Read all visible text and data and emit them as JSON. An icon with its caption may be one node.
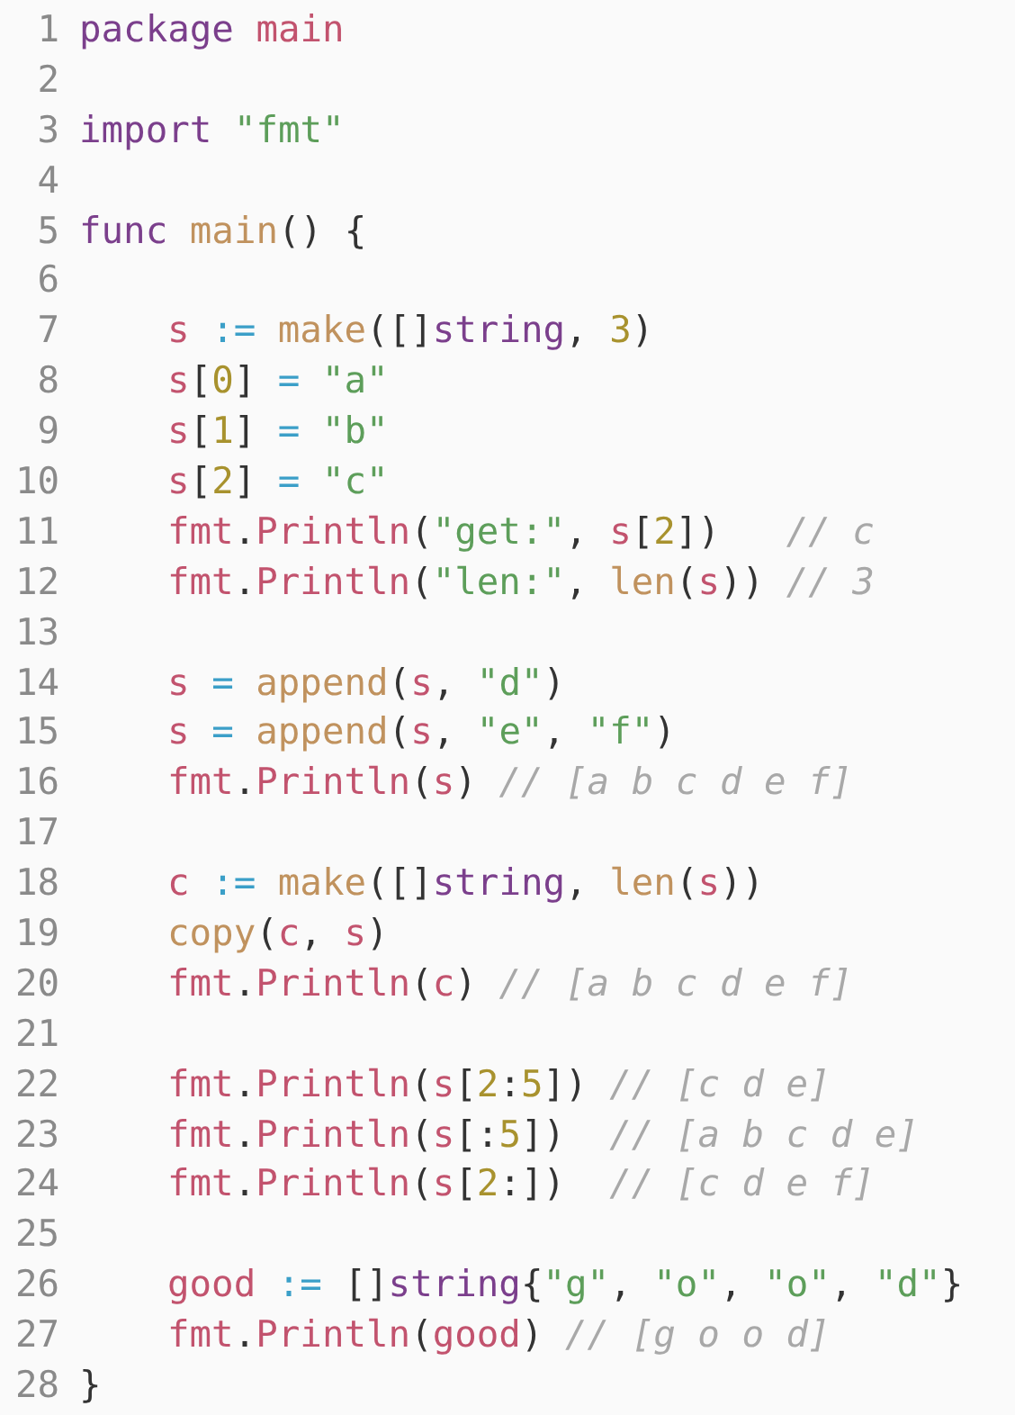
{
  "diagram": {
    "labels": [
      "1",
      "package main",
      "2",
      "3",
      "import \"fmt\"",
      "4",
      "5",
      "func main() {",
      "6",
      "7",
      "s := make([]string, 3)",
      "8",
      "s[0] = \"a\"",
      "9",
      "s[1] = \"b\"",
      "10",
      "s[2] = \"c\"",
      "11",
      "fmt.Println(\"get:\", s[2])   // c",
      "12",
      "fmt.Println(\"len:\", len(s)) // 3",
      "13",
      "14",
      "s = append(s, \"d\")",
      "15",
      "s = append(s, \"e\", \"f\")",
      "16",
      "fmt.Println(s) // [a b c d e f]",
      "17",
      "18",
      "c := make([]string, len(s))",
      "19",
      "copy(c, s)",
      "20",
      "fmt.Println(c) // [a b c d e f]",
      "21",
      "22",
      "fmt.Println(s[2:5]) // [c d e]",
      "23",
      "fmt.Println(s[:5])  // [a b c d e]",
      "24",
      "fmt.Println(s[2:])  // [c d e f]",
      "25",
      "26",
      "good := []string{\"g\", \"o\", \"o\", \"d\"}",
      "27",
      "fmt.Println(good) // [g o o d]",
      "28",
      "}"
    ]
  }
}
